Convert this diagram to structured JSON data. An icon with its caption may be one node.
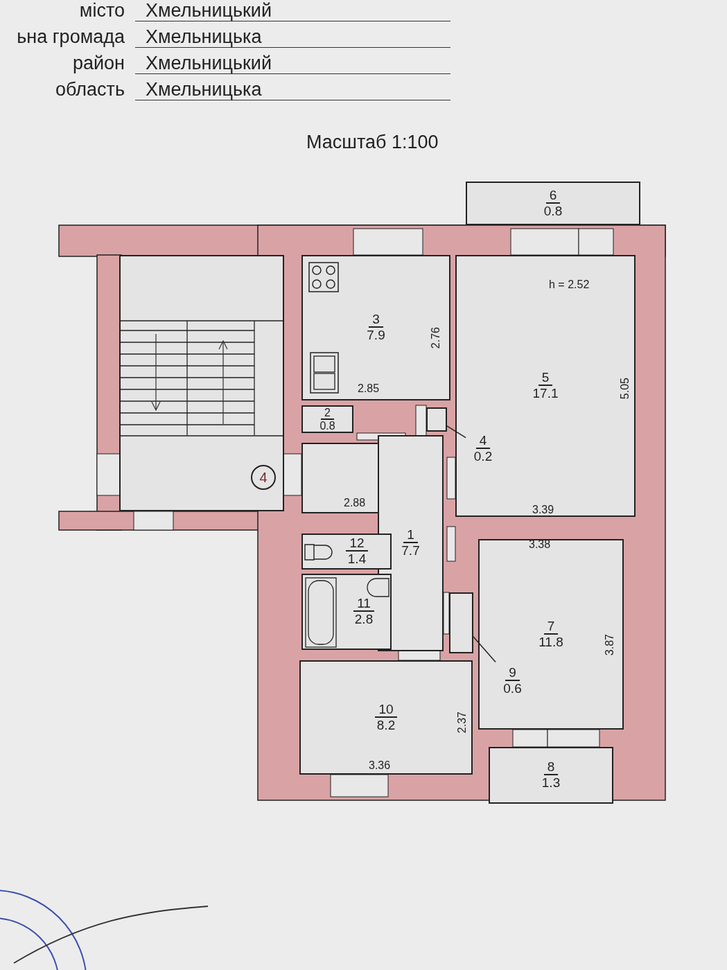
{
  "diagram": {
    "title": "Масштаб 1:100",
    "nodes": [
      {
        "text": [
          "6",
          "0.8"
        ]
      },
      {
        "text": [],
        "shape": "box"
      },
      {
        "text": [
          "3",
          "7.9"
        ]
      },
      {
        "text": [
          "5",
          "17.1"
        ]
      },
      {
        "text": [
          "2",
          "0.8"
        ]
      },
      {
        "text": [],
        "shape": "box"
      },
      {
        "text": [
          "4",
          "0.2"
        ],
        "in": 3
      },
      {
        "text": [
          "4"
        ],
        "in": 1
      },
      {
        "text": [
          "1",
          "7.7"
        ]
      },
      {
        "text": [
          "12",
          "1.4"
        ]
      },
      {
        "text": [
          "7",
          "11.8"
        ]
      },
      {
        "text": [
          "11",
          "2.8"
        ]
      },
      {
        "text": [],
        "shape": "box"
      },
      {
        "text": [
          "9",
          "0.6"
        ],
        "in": 10
      },
      {
        "text": [
          "10",
          "8.2"
        ]
      },
      {
        "text": [
          "8",
          "1.3"
        ]
      }
    ],
    "edges": [
      {
        "from": 6,
        "to": 5,
        "arrow": "none"
      },
      {
        "from": 13,
        "to": 12,
        "arrow": "none"
      }
    ],
    "labels": [
      "місто",
      "Хмельницький",
      "ьна громада",
      "Хмельницька",
      "район",
      "Хмельницький",
      "область",
      "Хмельницька",
      "h = 2.52",
      "2.76",
      "2.85",
      "5.05",
      "2.88",
      "3.39",
      "3.38",
      "3.87",
      "2.37",
      "3.36"
    ]
  }
}
